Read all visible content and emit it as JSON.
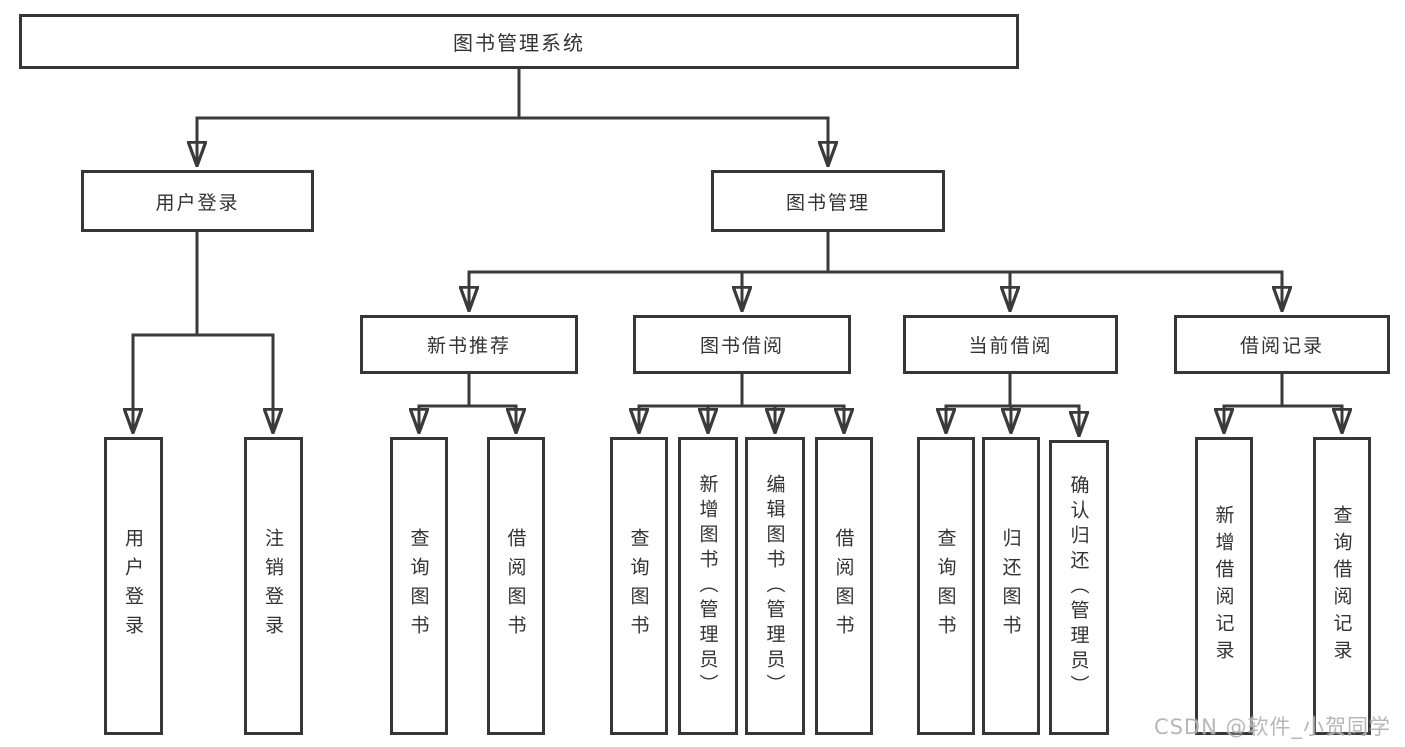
{
  "tree": {
    "label": "图书管理系统",
    "children": [
      {
        "label": "用户登录",
        "children": [
          {
            "label": "用户登录"
          },
          {
            "label": "注销登录"
          }
        ]
      },
      {
        "label": "图书管理",
        "children": [
          {
            "label": "新书推荐",
            "children": [
              {
                "label": "查询图书"
              },
              {
                "label": "借阅图书"
              }
            ]
          },
          {
            "label": "图书借阅",
            "children": [
              {
                "label": "查询图书"
              },
              {
                "label": "新增图书（管理员）"
              },
              {
                "label": "编辑图书（管理员）"
              },
              {
                "label": "借阅图书"
              }
            ]
          },
          {
            "label": "当前借阅",
            "children": [
              {
                "label": "查询图书"
              },
              {
                "label": "归还图书"
              },
              {
                "label": "确认归还（管理员）"
              }
            ]
          },
          {
            "label": "借阅记录",
            "children": [
              {
                "label": "新增借阅记录"
              },
              {
                "label": "查询借阅记录"
              }
            ]
          }
        ]
      }
    ]
  },
  "watermark": {
    "text": "CSDN @软件_小贺同学"
  },
  "colors": {
    "line": "#3a3a3a",
    "box_border": "#363636",
    "text": "#333333",
    "watermark": "#aaaaaa",
    "background": "#ffffff"
  }
}
